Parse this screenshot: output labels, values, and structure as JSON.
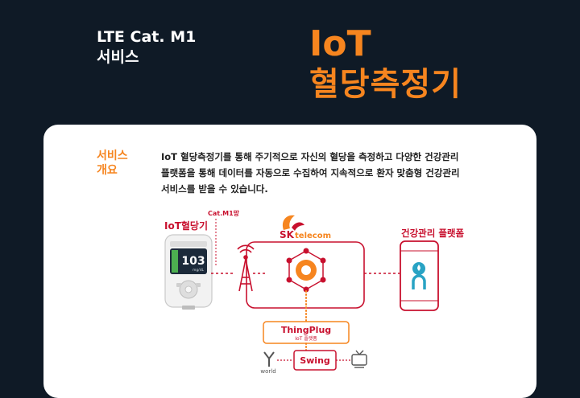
{
  "header": {
    "left_line1": "LTE Cat. M1",
    "left_line2": "서비스",
    "title_line1": "IoT",
    "title_line2": "혈당측정기"
  },
  "overview": {
    "label_line1": "서비스",
    "label_line2": "개요",
    "text_line1": "IoT 혈당측정기를 통해 주기적으로 자신의 혈당을 측정하고 다양한 건강관리",
    "text_line2": "플랫폼을 통해 데이터를 자동으로 수집하여 지속적으로 환자 맞춤형 건강관리",
    "text_line3": "서비스를 받을 수 있습니다."
  },
  "diagram": {
    "device_label": "IoT혈당기",
    "network_label": "Cat.M1망",
    "glucose_value": "103",
    "glucose_unit": "mg/dL",
    "sk_brand": "SK",
    "sk_sub": "telecom",
    "platform_label": "건강관리 플랫폼",
    "thingplug_label": "ThingPlug",
    "thingplug_sub": "IoT 플랫폼",
    "swing_label": "Swing",
    "world_label": "world"
  },
  "colors": {
    "accent_orange": "#f6851f",
    "accent_red": "#c8102e",
    "background": "#0f1a26"
  }
}
